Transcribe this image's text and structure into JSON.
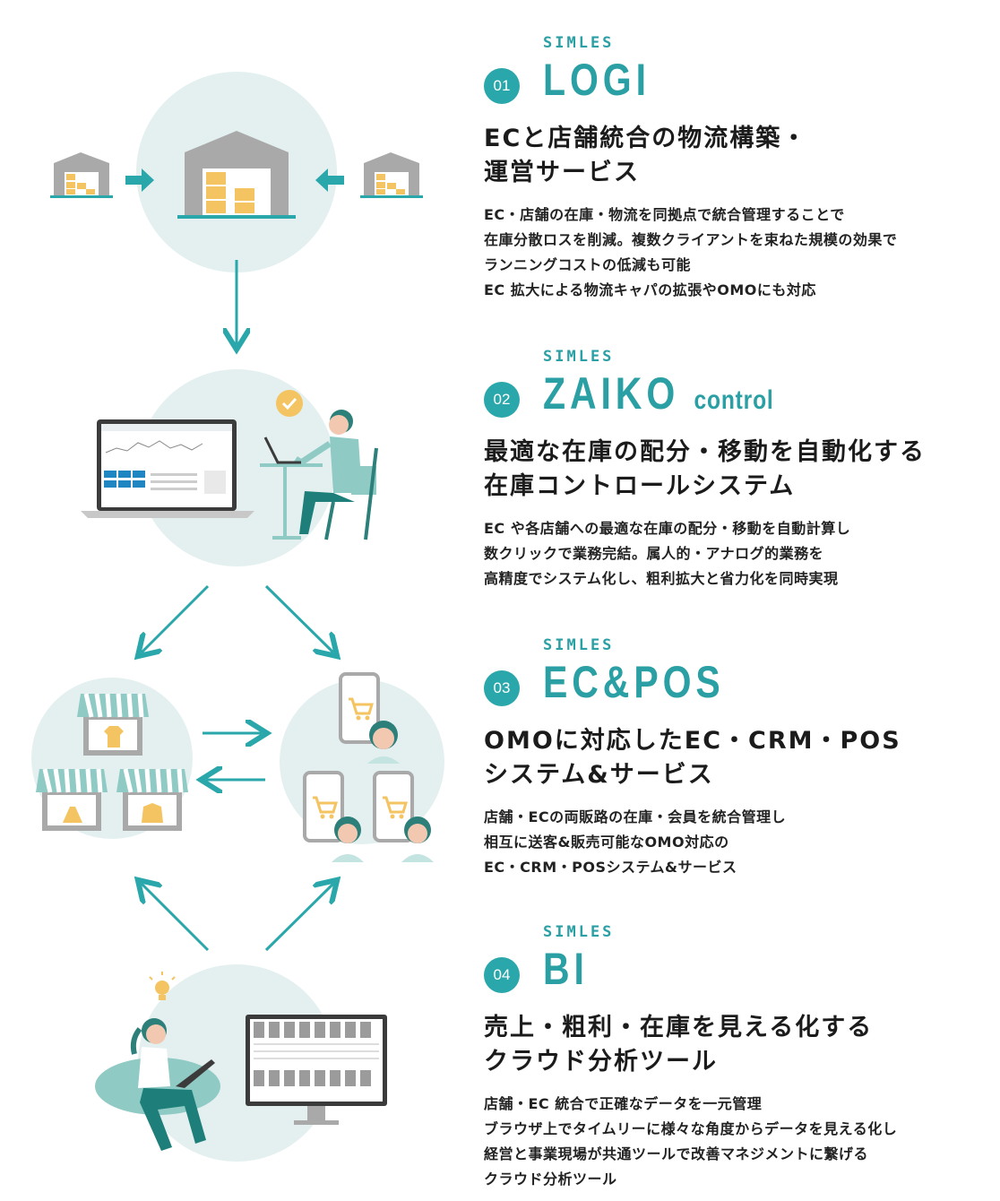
{
  "sections": [
    {
      "brand": "SIMLES",
      "number": "01",
      "product": "LOGI",
      "product_sub": "",
      "heading": [
        "ECと店舗統合の物流構築・",
        "運営サービス"
      ],
      "lines": [
        "EC・店舗の在庫・物流を同拠点で統合管理することで",
        "在庫分散ロスを削減。複数クライアントを束ねた規模の効果で",
        "ランニングコストの低減も可能",
        "EC 拡大による物流キャパの拡張やOMOにも対応"
      ]
    },
    {
      "brand": "SIMLES",
      "number": "02",
      "product": "ZAIKO",
      "product_sub": "control",
      "heading": [
        "最適な在庫の配分・移動を自動化する",
        "在庫コントロールシステム"
      ],
      "lines": [
        "EC や各店舗への最適な在庫の配分・移動を自動計算し",
        "数クリックで業務完結。属人的・アナログ的業務を",
        "高精度でシステム化し、粗利拡大と省力化を同時実現"
      ]
    },
    {
      "brand": "SIMLES",
      "number": "03",
      "product": "EC&POS",
      "product_sub": "",
      "heading": [
        "OMOに対応したEC・CRM・POS",
        "システム&サービス"
      ],
      "lines": [
        "店舗・ECの両販路の在庫・会員を統合管理し",
        "相互に送客&販売可能なOMO対応の",
        "EC・CRM・POSシステム&サービス"
      ]
    },
    {
      "brand": "SIMLES",
      "number": "04",
      "product": "BI",
      "product_sub": "",
      "heading": [
        "売上・粗利・在庫を見える化する",
        "クラウド分析ツール"
      ],
      "lines": [
        "店舗・EC 統合で正確なデータを一元管理",
        "ブラウザ上でタイムリーに様々な角度からデータを見える化し",
        "経営と事業現場が共通ツールで改善マネジメントに繋げる",
        "クラウド分析ツール"
      ]
    }
  ],
  "colors": {
    "teal": "#2aa7ab",
    "circle": "#e3f0ef",
    "box": "#f3c461",
    "gray": "#a9a9a9"
  }
}
